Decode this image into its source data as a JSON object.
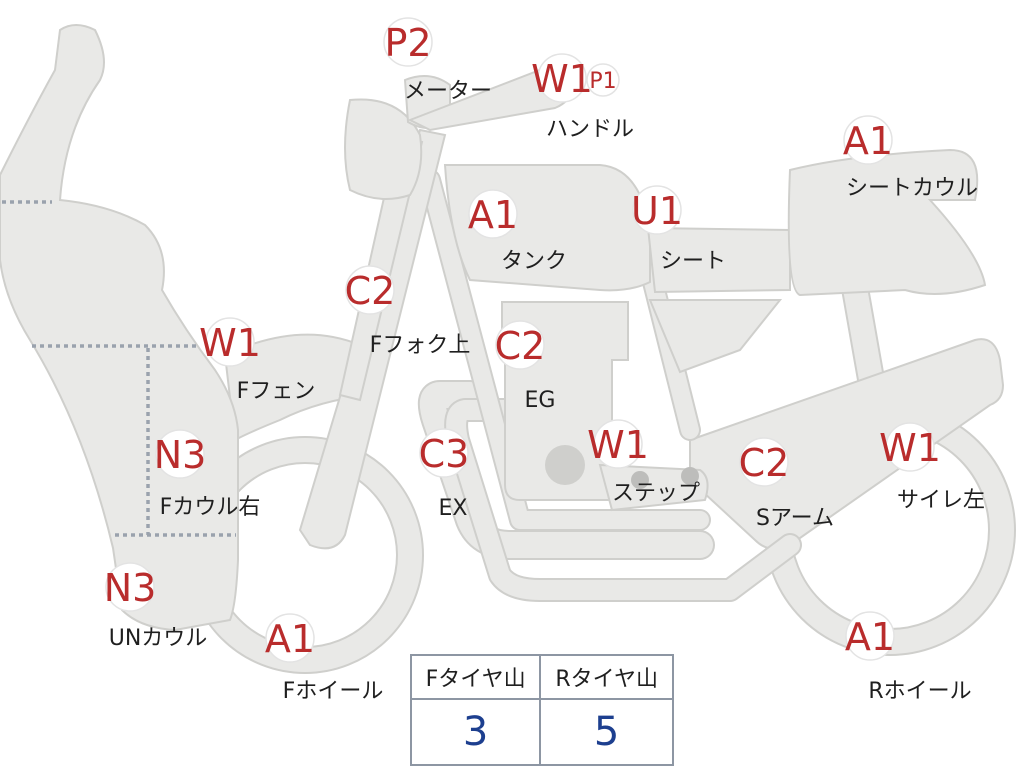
{
  "parts": [
    {
      "id": "meter",
      "code": "P2",
      "label": "メーター"
    },
    {
      "id": "handle",
      "code": "W1",
      "subcode": "P1",
      "label": "ハンドル"
    },
    {
      "id": "seat-cowl",
      "code": "A1",
      "label": "シートカウル"
    },
    {
      "id": "tank",
      "code": "A1",
      "label": "タンク"
    },
    {
      "id": "seat",
      "code": "U1",
      "label": "シート"
    },
    {
      "id": "f-fork-upper",
      "code": "C2",
      "label": "Fフォク上"
    },
    {
      "id": "engine",
      "code": "C2",
      "label": "EG"
    },
    {
      "id": "f-fender",
      "code": "W1",
      "label": "Fフェン"
    },
    {
      "id": "exhaust",
      "code": "C3",
      "label": "EX"
    },
    {
      "id": "step",
      "code": "W1",
      "label": "ステップ"
    },
    {
      "id": "swing-arm",
      "code": "C2",
      "label": "Sアーム"
    },
    {
      "id": "silencer-left",
      "code": "W1",
      "label": "サイレ左"
    },
    {
      "id": "f-cowl-right",
      "code": "N3",
      "label": "Fカウル右"
    },
    {
      "id": "under-cowl",
      "code": "N3",
      "label": "UNカウル"
    },
    {
      "id": "f-wheel",
      "code": "A1",
      "label": "Fホイール"
    },
    {
      "id": "r-wheel",
      "code": "A1",
      "label": "Rホイール"
    }
  ],
  "tread_table": {
    "headers": [
      "Fタイヤ山",
      "Rタイヤ山"
    ],
    "values": [
      "3",
      "5"
    ]
  }
}
